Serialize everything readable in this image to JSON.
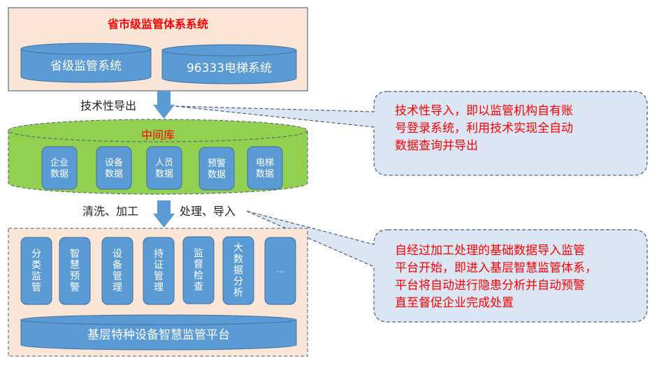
{
  "colors": {
    "panel_fill": "#fbe5d6",
    "panel_border": "#5a6f8a",
    "cylinder_blue": "#5b9bd5",
    "cylinder_edge": "#41719c",
    "middle_db_green": "#92d050",
    "callout_fill": "#dae6f3",
    "callout_text": "#ff0000",
    "title_red": "#ff0000",
    "arrow_blue": "#5b9bd5"
  },
  "top_panel": {
    "title": "省市级监管体系系统",
    "systems": [
      {
        "label": "省级监管系统"
      },
      {
        "label": "96333电梯系统"
      }
    ]
  },
  "arrow_export": {
    "label": "技术性导出"
  },
  "middle_db": {
    "title": "中间库",
    "items": [
      {
        "line1": "企业",
        "line2": "数据"
      },
      {
        "line1": "设备",
        "line2": "数据"
      },
      {
        "line1": "人员",
        "line2": "数据"
      },
      {
        "line1": "预警",
        "line2": "数据"
      },
      {
        "line1": "电梯",
        "line2": "数据"
      }
    ]
  },
  "arrow_import": {
    "left_label": "清洗、加工",
    "right_label": "处理、导入"
  },
  "bottom_panel": {
    "modules": [
      {
        "chars": [
          "分",
          "类",
          "监",
          "管"
        ]
      },
      {
        "chars": [
          "智",
          "慧",
          "预",
          "警"
        ]
      },
      {
        "chars": [
          "设",
          "备",
          "管",
          "理"
        ]
      },
      {
        "chars": [
          "持",
          "证",
          "管",
          "理"
        ]
      },
      {
        "chars": [
          "监",
          "督",
          "检",
          "查"
        ]
      },
      {
        "chars": [
          "大",
          "数",
          "据",
          "分",
          "析"
        ]
      },
      {
        "chars": [
          "…"
        ]
      }
    ],
    "platform": "基层特种设备智慧监管平台"
  },
  "callouts": [
    {
      "lines": [
        "技术性导入，即以监管机构自有账",
        "号登录系统，利用技术实现全自动",
        "数据查询并导出"
      ]
    },
    {
      "lines": [
        "自经过加工处理的基础数据导入监管",
        "平台开始，即进入基层智慧监管体系，",
        "平台将自动进行隐患分析并自动预警",
        "直至督促企业完成处置"
      ]
    }
  ]
}
